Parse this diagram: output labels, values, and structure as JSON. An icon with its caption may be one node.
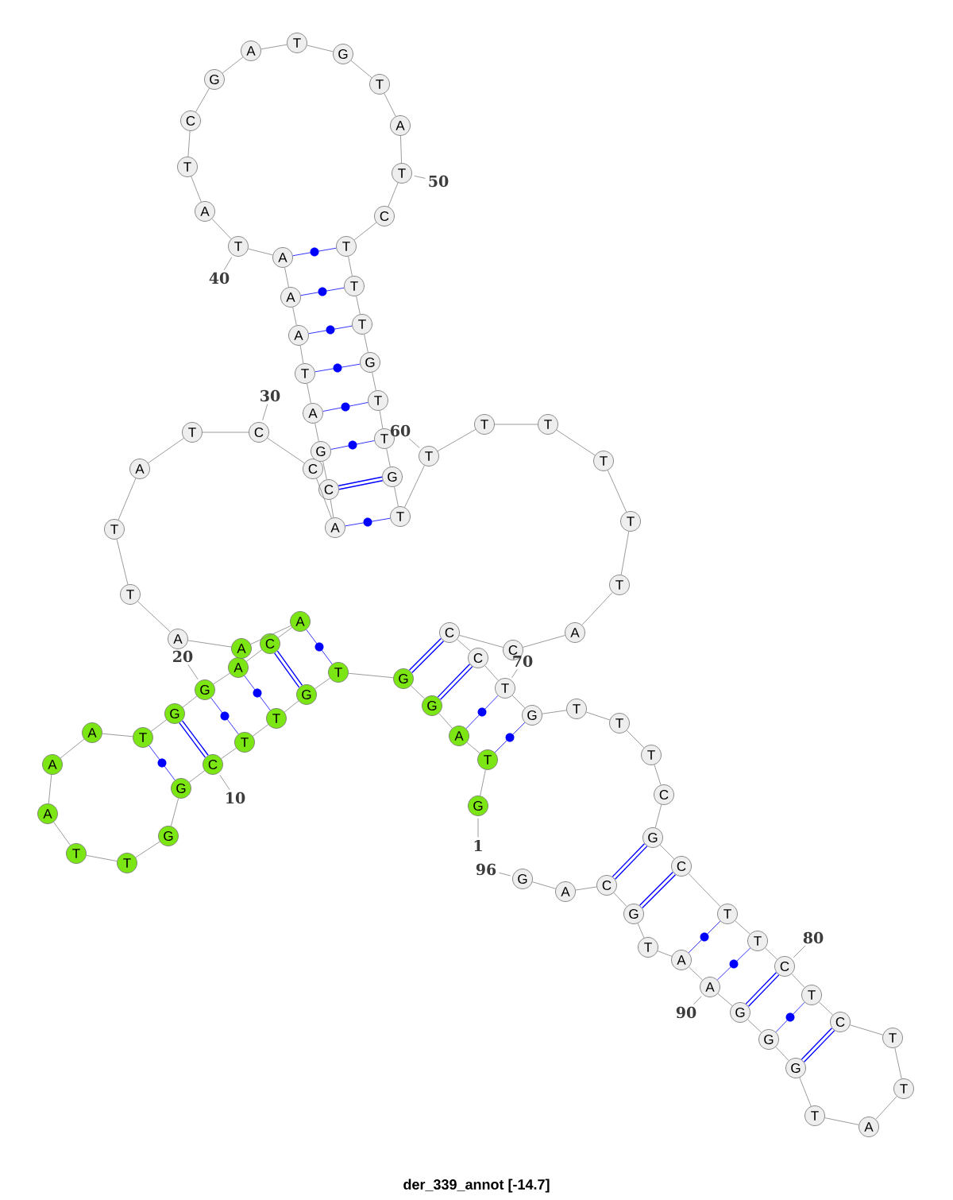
{
  "diagram": {
    "caption": "der_339_annot [-14.7]",
    "nodes": [
      {
        "text": [
          "G"
        ]
      },
      {
        "text": [
          "T"
        ]
      },
      {
        "text": [
          "A"
        ]
      },
      {
        "text": [
          "G"
        ]
      },
      {
        "text": [
          "G"
        ]
      },
      {
        "text": [
          "T"
        ]
      },
      {
        "text": [
          "G"
        ]
      },
      {
        "text": [
          "T"
        ]
      },
      {
        "text": [
          "T"
        ]
      },
      {
        "text": [
          "C"
        ]
      },
      {
        "text": [
          "G"
        ]
      },
      {
        "text": [
          "G"
        ]
      },
      {
        "text": [
          "T"
        ]
      },
      {
        "text": [
          "T"
        ]
      },
      {
        "text": [
          "A"
        ]
      },
      {
        "text": [
          "A"
        ]
      },
      {
        "text": [
          "A"
        ]
      },
      {
        "text": [
          "T"
        ]
      },
      {
        "text": [
          "G"
        ]
      },
      {
        "text": [
          "G"
        ]
      },
      {
        "text": [
          "A"
        ]
      },
      {
        "text": [
          "C"
        ]
      },
      {
        "text": [
          "A"
        ]
      },
      {
        "text": [
          "A"
        ]
      },
      {
        "text": [
          "A"
        ]
      },
      {
        "text": [
          "T"
        ]
      },
      {
        "text": [
          "T"
        ]
      },
      {
        "text": [
          "A"
        ]
      },
      {
        "text": [
          "T"
        ]
      },
      {
        "text": [
          "C"
        ]
      },
      {
        "text": [
          "C"
        ]
      },
      {
        "text": [
          "A"
        ]
      },
      {
        "text": [
          "C"
        ]
      },
      {
        "text": [
          "G"
        ]
      },
      {
        "text": [
          "A"
        ]
      },
      {
        "text": [
          "T"
        ]
      },
      {
        "text": [
          "A"
        ]
      },
      {
        "text": [
          "A"
        ]
      },
      {
        "text": [
          "A"
        ]
      },
      {
        "text": [
          "T"
        ]
      },
      {
        "text": [
          "A"
        ]
      },
      {
        "text": [
          "T"
        ]
      },
      {
        "text": [
          "C"
        ]
      },
      {
        "text": [
          "G"
        ]
      },
      {
        "text": [
          "A"
        ]
      },
      {
        "text": [
          "T"
        ]
      },
      {
        "text": [
          "G"
        ]
      },
      {
        "text": [
          "T"
        ]
      },
      {
        "text": [
          "A"
        ]
      },
      {
        "text": [
          "T"
        ]
      },
      {
        "text": [
          "C"
        ]
      },
      {
        "text": [
          "T"
        ]
      },
      {
        "text": [
          "T"
        ]
      },
      {
        "text": [
          "T"
        ]
      },
      {
        "text": [
          "G"
        ]
      },
      {
        "text": [
          "T"
        ]
      },
      {
        "text": [
          "T"
        ]
      },
      {
        "text": [
          "G"
        ]
      },
      {
        "text": [
          "T"
        ]
      },
      {
        "text": [
          "T"
        ]
      },
      {
        "text": [
          "T"
        ]
      },
      {
        "text": [
          "T"
        ]
      },
      {
        "text": [
          "T"
        ]
      },
      {
        "text": [
          "T"
        ]
      },
      {
        "text": [
          "T"
        ]
      },
      {
        "text": [
          "A"
        ]
      },
      {
        "text": [
          "C"
        ]
      },
      {
        "text": [
          "C"
        ]
      },
      {
        "text": [
          "C"
        ]
      },
      {
        "text": [
          "T"
        ]
      },
      {
        "text": [
          "G"
        ]
      },
      {
        "text": [
          "T"
        ]
      },
      {
        "text": [
          "T"
        ]
      },
      {
        "text": [
          "T"
        ]
      },
      {
        "text": [
          "C"
        ]
      },
      {
        "text": [
          "G"
        ]
      },
      {
        "text": [
          "C"
        ]
      },
      {
        "text": [
          "T"
        ]
      },
      {
        "text": [
          "T"
        ]
      },
      {
        "text": [
          "C"
        ]
      },
      {
        "text": [
          "T"
        ]
      },
      {
        "text": [
          "C"
        ]
      },
      {
        "text": [
          "T"
        ]
      },
      {
        "text": [
          "T"
        ]
      },
      {
        "text": [
          "A"
        ]
      },
      {
        "text": [
          "T"
        ]
      },
      {
        "text": [
          "G"
        ]
      },
      {
        "text": [
          "G"
        ]
      },
      {
        "text": [
          "G"
        ]
      },
      {
        "text": [
          "A"
        ]
      },
      {
        "text": [
          "A"
        ]
      },
      {
        "text": [
          "T"
        ]
      },
      {
        "text": [
          "G"
        ]
      },
      {
        "text": [
          "C"
        ]
      },
      {
        "text": [
          "A"
        ]
      },
      {
        "text": [
          "G"
        ]
      },
      {
        "text": [
          "1"
        ]
      },
      {
        "text": [
          "10"
        ]
      },
      {
        "text": [
          "20"
        ]
      },
      {
        "text": [
          "30"
        ]
      },
      {
        "text": [
          "40"
        ]
      },
      {
        "text": [
          "50"
        ]
      },
      {
        "text": [
          "60"
        ]
      },
      {
        "text": [
          "70"
        ]
      },
      {
        "text": [
          "80"
        ]
      },
      {
        "text": [
          "90"
        ]
      },
      {
        "text": [
          "96"
        ]
      }
    ],
    "edges": [
      {
        "from": 0,
        "to": 1,
        "arrow": "none"
      },
      {
        "from": 1,
        "to": 2,
        "arrow": "none"
      },
      {
        "from": 2,
        "to": 3,
        "arrow": "none"
      },
      {
        "from": 3,
        "to": 4,
        "arrow": "none"
      },
      {
        "from": 4,
        "to": 5,
        "arrow": "none"
      },
      {
        "from": 5,
        "to": 6,
        "arrow": "none"
      },
      {
        "from": 6,
        "to": 7,
        "arrow": "none"
      },
      {
        "from": 7,
        "to": 8,
        "arrow": "none"
      },
      {
        "from": 8,
        "to": 9,
        "arrow": "none"
      },
      {
        "from": 9,
        "to": 10,
        "arrow": "none"
      },
      {
        "from": 10,
        "to": 11,
        "arrow": "none"
      },
      {
        "from": 11,
        "to": 12,
        "arrow": "none"
      },
      {
        "from": 12,
        "to": 13,
        "arrow": "none"
      },
      {
        "from": 13,
        "to": 14,
        "arrow": "none"
      },
      {
        "from": 14,
        "to": 15,
        "arrow": "none"
      },
      {
        "from": 15,
        "to": 16,
        "arrow": "none"
      },
      {
        "from": 16,
        "to": 17,
        "arrow": "none"
      },
      {
        "from": 17,
        "to": 18,
        "arrow": "none"
      },
      {
        "from": 18,
        "to": 19,
        "arrow": "none"
      },
      {
        "from": 19,
        "to": 20,
        "arrow": "none"
      },
      {
        "from": 20,
        "to": 21,
        "arrow": "none"
      },
      {
        "from": 21,
        "to": 22,
        "arrow": "none"
      },
      {
        "from": 22,
        "to": 23,
        "arrow": "none"
      },
      {
        "from": 23,
        "to": 24,
        "arrow": "none"
      },
      {
        "from": 24,
        "to": 25,
        "arrow": "none"
      },
      {
        "from": 25,
        "to": 26,
        "arrow": "none"
      },
      {
        "from": 26,
        "to": 27,
        "arrow": "none"
      },
      {
        "from": 27,
        "to": 28,
        "arrow": "none"
      },
      {
        "from": 28,
        "to": 29,
        "arrow": "none"
      },
      {
        "from": 29,
        "to": 30,
        "arrow": "none"
      },
      {
        "from": 30,
        "to": 31,
        "arrow": "none"
      },
      {
        "from": 31,
        "to": 32,
        "arrow": "none"
      },
      {
        "from": 32,
        "to": 33,
        "arrow": "none"
      },
      {
        "from": 33,
        "to": 34,
        "arrow": "none"
      },
      {
        "from": 34,
        "to": 35,
        "arrow": "none"
      },
      {
        "from": 35,
        "to": 36,
        "arrow": "none"
      },
      {
        "from": 36,
        "to": 37,
        "arrow": "none"
      },
      {
        "from": 37,
        "to": 38,
        "arrow": "none"
      },
      {
        "from": 38,
        "to": 39,
        "arrow": "none"
      },
      {
        "from": 39,
        "to": 40,
        "arrow": "none"
      },
      {
        "from": 40,
        "to": 41,
        "arrow": "none"
      },
      {
        "from": 41,
        "to": 42,
        "arrow": "none"
      },
      {
        "from": 42,
        "to": 43,
        "arrow": "none"
      },
      {
        "from": 43,
        "to": 44,
        "arrow": "none"
      },
      {
        "from": 44,
        "to": 45,
        "arrow": "none"
      },
      {
        "from": 45,
        "to": 46,
        "arrow": "none"
      },
      {
        "from": 46,
        "to": 47,
        "arrow": "none"
      },
      {
        "from": 47,
        "to": 48,
        "arrow": "none"
      },
      {
        "from": 48,
        "to": 49,
        "arrow": "none"
      },
      {
        "from": 49,
        "to": 50,
        "arrow": "none"
      },
      {
        "from": 50,
        "to": 51,
        "arrow": "none"
      },
      {
        "from": 51,
        "to": 52,
        "arrow": "none"
      },
      {
        "from": 52,
        "to": 53,
        "arrow": "none"
      },
      {
        "from": 53,
        "to": 54,
        "arrow": "none"
      },
      {
        "from": 54,
        "to": 55,
        "arrow": "none"
      },
      {
        "from": 55,
        "to": 56,
        "arrow": "none"
      },
      {
        "from": 56,
        "to": 57,
        "arrow": "none"
      },
      {
        "from": 57,
        "to": 58,
        "arrow": "none"
      },
      {
        "from": 58,
        "to": 59,
        "arrow": "none"
      },
      {
        "from": 59,
        "to": 60,
        "arrow": "none"
      },
      {
        "from": 60,
        "to": 61,
        "arrow": "none"
      },
      {
        "from": 61,
        "to": 62,
        "arrow": "none"
      },
      {
        "from": 62,
        "to": 63,
        "arrow": "none"
      },
      {
        "from": 63,
        "to": 64,
        "arrow": "none"
      },
      {
        "from": 64,
        "to": 65,
        "arrow": "none"
      },
      {
        "from": 65,
        "to": 66,
        "arrow": "none"
      },
      {
        "from": 66,
        "to": 67,
        "arrow": "none"
      },
      {
        "from": 67,
        "to": 68,
        "arrow": "none"
      },
      {
        "from": 68,
        "to": 69,
        "arrow": "none"
      },
      {
        "from": 69,
        "to": 70,
        "arrow": "none"
      },
      {
        "from": 70,
        "to": 71,
        "arrow": "none"
      },
      {
        "from": 71,
        "to": 72,
        "arrow": "none"
      },
      {
        "from": 72,
        "to": 73,
        "arrow": "none"
      },
      {
        "from": 73,
        "to": 74,
        "arrow": "none"
      },
      {
        "from": 74,
        "to": 75,
        "arrow": "none"
      },
      {
        "from": 75,
        "to": 76,
        "arrow": "none"
      },
      {
        "from": 76,
        "to": 77,
        "arrow": "none"
      },
      {
        "from": 77,
        "to": 78,
        "arrow": "none"
      },
      {
        "from": 78,
        "to": 79,
        "arrow": "none"
      },
      {
        "from": 79,
        "to": 80,
        "arrow": "none"
      },
      {
        "from": 80,
        "to": 81,
        "arrow": "none"
      },
      {
        "from": 81,
        "to": 82,
        "arrow": "none"
      },
      {
        "from": 82,
        "to": 83,
        "arrow": "none"
      },
      {
        "from": 83,
        "to": 84,
        "arrow": "none"
      },
      {
        "from": 84,
        "to": 85,
        "arrow": "none"
      },
      {
        "from": 85,
        "to": 86,
        "arrow": "none"
      },
      {
        "from": 86,
        "to": 87,
        "arrow": "none"
      },
      {
        "from": 87,
        "to": 88,
        "arrow": "none"
      },
      {
        "from": 88,
        "to": 89,
        "arrow": "none"
      },
      {
        "from": 89,
        "to": 90,
        "arrow": "none"
      },
      {
        "from": 90,
        "to": 91,
        "arrow": "none"
      },
      {
        "from": 91,
        "to": 92,
        "arrow": "none"
      },
      {
        "from": 92,
        "to": 93,
        "arrow": "none"
      },
      {
        "from": 93,
        "to": 94,
        "arrow": "none"
      },
      {
        "from": 94,
        "to": 95,
        "arrow": "none"
      },
      {
        "from": 1,
        "to": 70,
        "arrow": "none",
        "color": "#0000ff"
      },
      {
        "from": 2,
        "to": 69,
        "arrow": "none",
        "color": "#0000ff"
      },
      {
        "from": 3,
        "to": 68,
        "arrow": "none",
        "color": "#0000ff",
        "style": "thick"
      },
      {
        "from": 4,
        "to": 67,
        "arrow": "none",
        "color": "#0000ff",
        "style": "thick"
      },
      {
        "from": 5,
        "to": 22,
        "arrow": "none",
        "color": "#0000ff"
      },
      {
        "from": 6,
        "to": 21,
        "arrow": "none",
        "color": "#0000ff",
        "style": "thick"
      },
      {
        "from": 7,
        "to": 20,
        "arrow": "none",
        "color": "#0000ff"
      },
      {
        "from": 8,
        "to": 19,
        "arrow": "none",
        "color": "#0000ff"
      },
      {
        "from": 9,
        "to": 18,
        "arrow": "none",
        "color": "#0000ff",
        "style": "thick"
      },
      {
        "from": 10,
        "to": 17,
        "arrow": "none",
        "color": "#0000ff"
      },
      {
        "from": 31,
        "to": 58,
        "arrow": "none",
        "color": "#0000ff"
      },
      {
        "from": 32,
        "to": 57,
        "arrow": "none",
        "color": "#0000ff",
        "style": "thick"
      },
      {
        "from": 33,
        "to": 56,
        "arrow": "none",
        "color": "#0000ff"
      },
      {
        "from": 34,
        "to": 55,
        "arrow": "none",
        "color": "#0000ff"
      },
      {
        "from": 35,
        "to": 54,
        "arrow": "none",
        "color": "#0000ff"
      },
      {
        "from": 36,
        "to": 53,
        "arrow": "none",
        "color": "#0000ff"
      },
      {
        "from": 37,
        "to": 52,
        "arrow": "none",
        "color": "#0000ff"
      },
      {
        "from": 38,
        "to": 51,
        "arrow": "none",
        "color": "#0000ff"
      },
      {
        "from": 75,
        "to": 93,
        "arrow": "none",
        "color": "#0000ff",
        "style": "thick"
      },
      {
        "from": 76,
        "to": 92,
        "arrow": "none",
        "color": "#0000ff",
        "style": "thick"
      },
      {
        "from": 77,
        "to": 90,
        "arrow": "none",
        "color": "#0000ff"
      },
      {
        "from": 78,
        "to": 89,
        "arrow": "none",
        "color": "#0000ff"
      },
      {
        "from": 79,
        "to": 88,
        "arrow": "none",
        "color": "#0000ff",
        "style": "thick"
      },
      {
        "from": 80,
        "to": 87,
        "arrow": "none",
        "color": "#0000ff"
      },
      {
        "from": 81,
        "to": 86,
        "arrow": "none",
        "color": "#0000ff",
        "style": "thick"
      },
      {
        "from": 96,
        "to": 0,
        "arrow": "none"
      },
      {
        "from": 97,
        "to": 9,
        "arrow": "none"
      },
      {
        "from": 98,
        "to": 19,
        "arrow": "none"
      },
      {
        "from": 99,
        "to": 29,
        "arrow": "none"
      },
      {
        "from": 100,
        "to": 39,
        "arrow": "none"
      },
      {
        "from": 101,
        "to": 49,
        "arrow": "none"
      },
      {
        "from": 102,
        "to": 59,
        "arrow": "none"
      },
      {
        "from": 103,
        "to": 69,
        "arrow": "none"
      },
      {
        "from": 104,
        "to": 79,
        "arrow": "none"
      },
      {
        "from": 105,
        "to": 89,
        "arrow": "none"
      },
      {
        "from": 106,
        "to": 95,
        "arrow": "none"
      }
    ]
  }
}
